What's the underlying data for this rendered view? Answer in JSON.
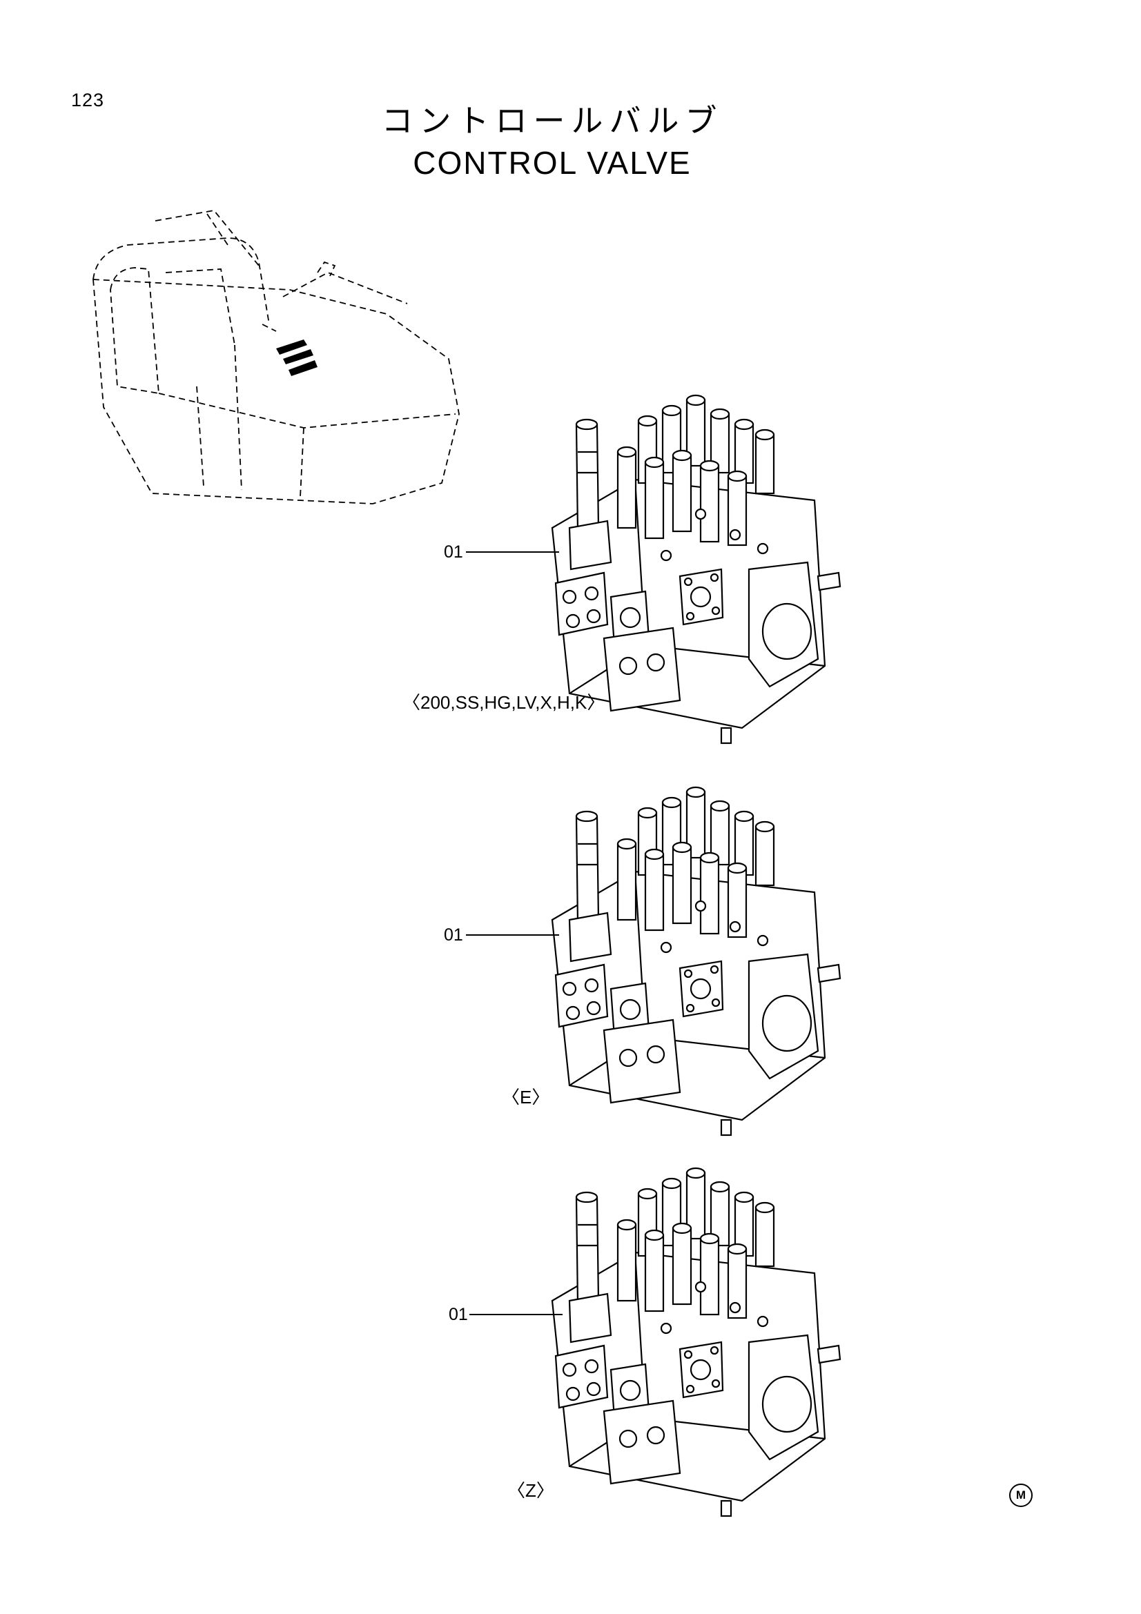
{
  "page": {
    "number": "123"
  },
  "title": {
    "japanese": "コントロールバルブ",
    "english": "CONTROL VALVE"
  },
  "figures": [
    {
      "part_callout": "01",
      "variant_label": "〈200,SS,HG,LV,X,H,K〉"
    },
    {
      "part_callout": "01",
      "variant_label": "〈E〉"
    },
    {
      "part_callout": "01",
      "variant_label": "〈Z〉"
    }
  ],
  "footer": {
    "mark": "M"
  }
}
